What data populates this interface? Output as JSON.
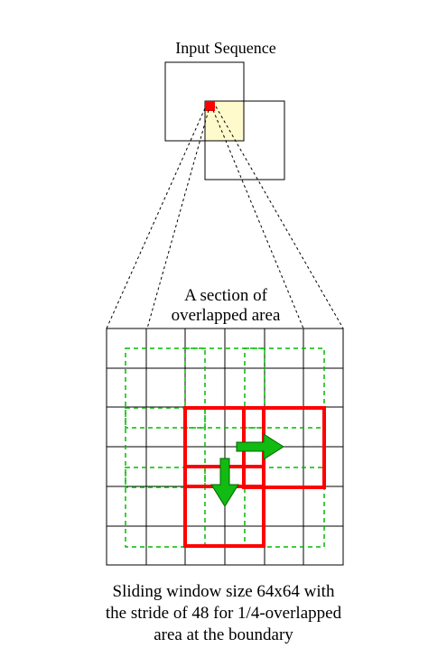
{
  "title": "Input Sequence",
  "section_label": {
    "line1": "A section of",
    "line2": "overlapped area"
  },
  "caption": {
    "line1": "Sliding window size 64x64 with",
    "line2": "the stride of 48 for 1/4-overlapped",
    "line3": "area at the boundary"
  },
  "colors": {
    "outline": "#000000",
    "highlight_fill": "#fffacc",
    "window_red": "#ff0000",
    "dashed_green": "#00bb00",
    "arrow_green": "#11bb11"
  }
}
